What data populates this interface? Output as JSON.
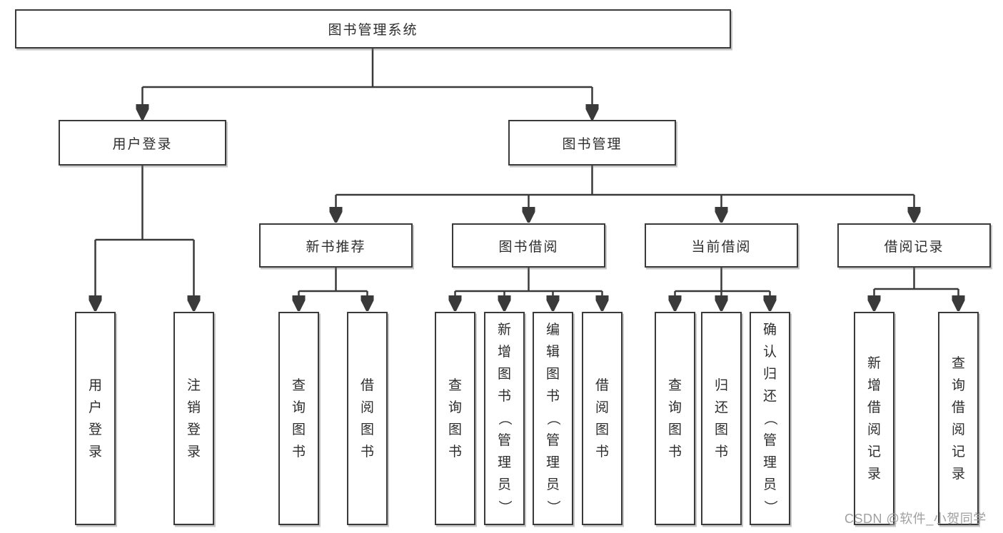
{
  "diagram": {
    "title_node": {
      "label": "图书管理系统"
    },
    "level2": [
      {
        "label": "用户登录"
      },
      {
        "label": "图书管理"
      }
    ],
    "level3": [
      {
        "label": "新书推荐"
      },
      {
        "label": "图书借阅"
      },
      {
        "label": "当前借阅"
      },
      {
        "label": "借阅记录"
      }
    ],
    "leaves": [
      {
        "label": "用户登录"
      },
      {
        "label": "注销登录"
      },
      {
        "label": "查询图书"
      },
      {
        "label": "借阅图书"
      },
      {
        "label": "查询图书"
      },
      {
        "label": "新增图书（管理员）"
      },
      {
        "label": "编辑图书（管理员）"
      },
      {
        "label": "借阅图书"
      },
      {
        "label": "查询图书"
      },
      {
        "label": "归还图书"
      },
      {
        "label": "确认归还（管理员）"
      },
      {
        "label": "新增借阅记录"
      },
      {
        "label": "查询借阅记录"
      }
    ],
    "watermark": "CSDN @软件_小贺同学",
    "colors": {
      "line": "#3a3a3a",
      "text": "#2d2d2d",
      "watermark": "#a0a0a0",
      "background": "#ffffff"
    }
  }
}
